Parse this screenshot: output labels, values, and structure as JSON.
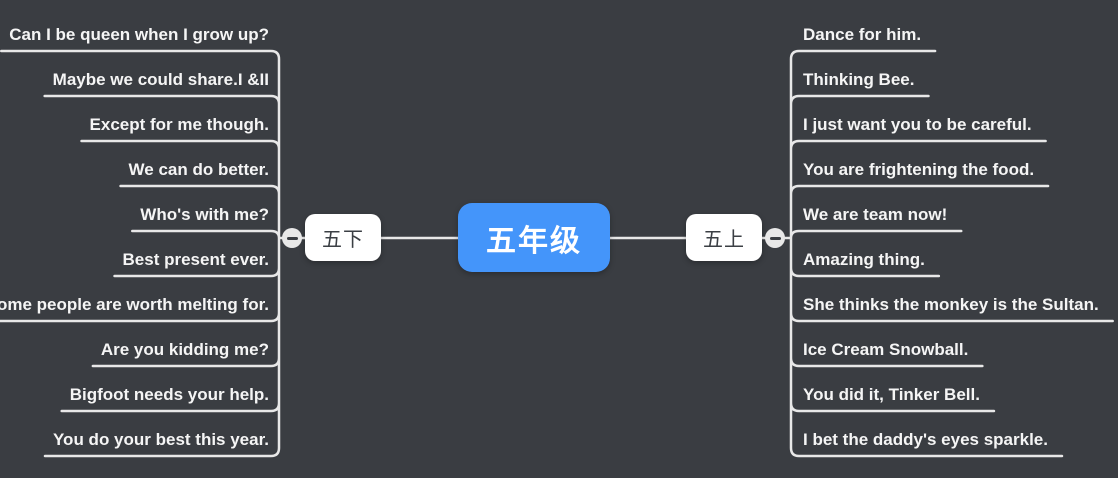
{
  "app": {
    "view": "mindmap-canvas"
  },
  "colors": {
    "background": "#3A3D42",
    "line": "#E8E8E8",
    "root_fill": "#4495FA",
    "root_text": "#FFFFFF",
    "branch_fill": "#FFFFFF",
    "branch_text": "#3B3F44",
    "item_text": "#F5F5F5",
    "collapse_fill": "#E8E8E8",
    "collapse_glyph": "#3A3D42"
  },
  "root": {
    "label": "五年级"
  },
  "branches": [
    {
      "label": "五下",
      "side": "left",
      "items": [
        "Can I be queen when I grow up?",
        "Maybe we could share.I &II",
        "Except for me though.",
        "We can do better.",
        "Who's with me?",
        "Best present ever.",
        "Some people are worth melting for.",
        "Are you kidding me?",
        "Bigfoot needs your help.",
        "You do your best this year."
      ]
    },
    {
      "label": "五上",
      "side": "right",
      "items": [
        "Dance for him.",
        "Thinking Bee.",
        "I just want you to be careful.",
        "You are frightening the food.",
        "We are team now!",
        "Amazing thing.",
        "She thinks the monkey is the Sultan.",
        "Ice Cream Snowball.",
        "You did it, Tinker Bell.",
        "I bet the daddy's eyes sparkle."
      ]
    }
  ]
}
